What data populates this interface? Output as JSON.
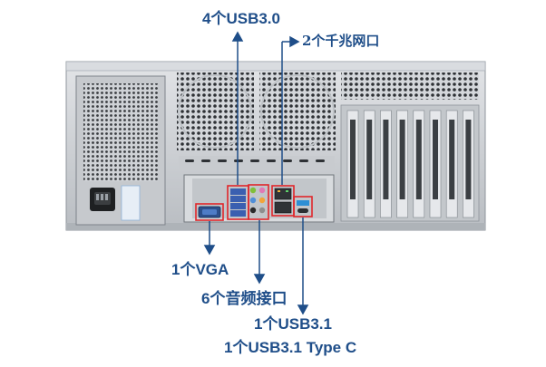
{
  "colors": {
    "label": "#1f4e89",
    "callout_line": "#1f4e89",
    "highlight_box": "#e0262a",
    "chassis": "#c9cdd2",
    "chassis_dark": "#9aa1a8",
    "io_panel": "#3a3d40"
  },
  "labels": {
    "usb30": "4个USB3.0",
    "lan": "2个千兆网口",
    "vga": "1个VGA",
    "audio": "6个音频接口",
    "usb31": "1个USB3.1",
    "usb31c": "1个USB3.1 Type C"
  },
  "icons": [
    "arrow-up-icon",
    "arrow-down-icon",
    "arrow-right-icon"
  ]
}
